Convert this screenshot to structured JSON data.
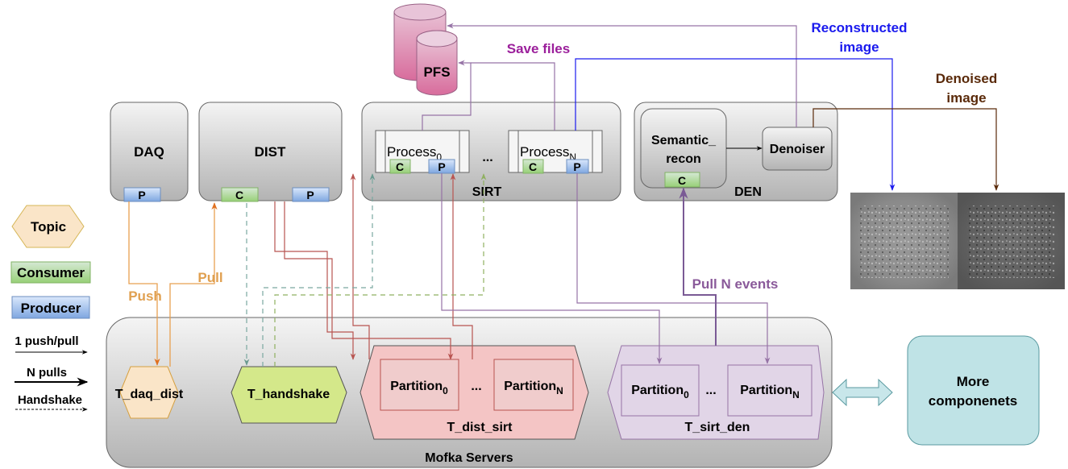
{
  "legend": {
    "topic": "Topic",
    "consumer": "Consumer",
    "producer": "Producer",
    "one_push_pull": "1 push/pull",
    "n_pulls": "N pulls",
    "handshake": "Handshake"
  },
  "components": {
    "daq": {
      "label": "DAQ",
      "producer": "P"
    },
    "dist": {
      "label": "DIST",
      "consumer": "C",
      "producer": "P"
    },
    "sirt": {
      "label": "SIRT",
      "process0": {
        "base": "Process",
        "sub": "0",
        "consumer": "C",
        "producer": "P"
      },
      "ellipsis": "...",
      "processN": {
        "base": "Process",
        "sub": "N",
        "consumer": "C",
        "producer": "P"
      }
    },
    "den": {
      "label": "DEN",
      "semantic_line1": "Semantic_",
      "semantic_line2": "recon",
      "consumer": "C",
      "denoiser": "Denoiser"
    },
    "pfs": {
      "label": "PFS"
    }
  },
  "annotations": {
    "save_files": "Save files",
    "reconstructed_line1": "Reconstructed",
    "reconstructed_line2": "image",
    "denoised_line1": "Denoised",
    "denoised_line2": "image",
    "push": "Push",
    "pull": "Pull",
    "pull_n_events": "Pull N events"
  },
  "mofka": {
    "label": "Mofka Servers",
    "t_daq_dist": "T_daq_dist",
    "t_handshake": "T_handshake",
    "t_dist_sirt": {
      "label": "T_dist_sirt",
      "partition0": {
        "base": "Partition",
        "sub": "0"
      },
      "ellipsis": "...",
      "partitionN": {
        "base": "Partition",
        "sub": "N"
      }
    },
    "t_sirt_den": {
      "label": "T_sirt_den",
      "partition0": {
        "base": "Partition",
        "sub": "0"
      },
      "ellipsis": "...",
      "partitionN": {
        "base": "Partition",
        "sub": "N"
      }
    }
  },
  "more_components": {
    "line1": "More",
    "line2": "componenets"
  },
  "colors": {
    "push_pull": "#e8a050",
    "dist_sirt": "#b85450",
    "handshake_teal": "#7aa8a0",
    "handshake_green": "#8fb060",
    "sirt_den": "#9673a6",
    "save_files": "#9b1f9b",
    "reconstructed": "#1a1aee",
    "denoised": "#5a2a0a"
  }
}
